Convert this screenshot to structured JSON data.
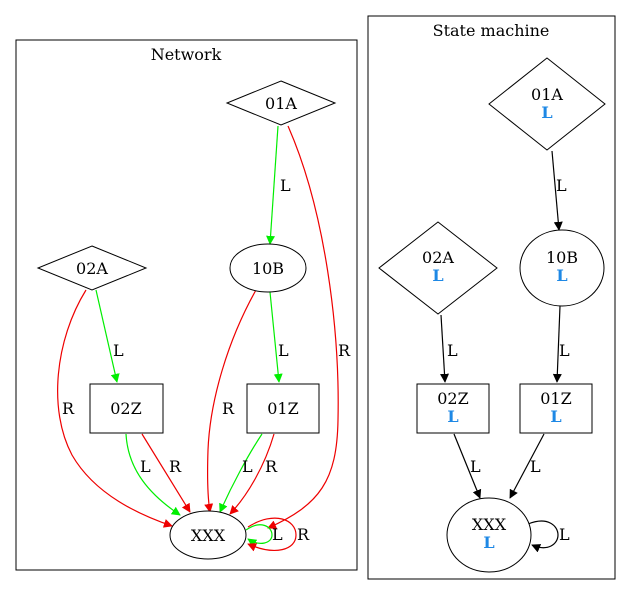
{
  "colors": {
    "left": "#00ee00",
    "right": "#ee0000",
    "plain": "#000000",
    "state_sub": "#1e88e5"
  },
  "network": {
    "title": "Network",
    "nodes": {
      "n01A": "01A",
      "n02A": "02A",
      "n10B": "10B",
      "n02Z": "02Z",
      "n01Z": "01Z",
      "nXXX": "XXX"
    },
    "edges": {
      "a01A_10B": "L",
      "a01A_XXX": "R",
      "a02A_02Z": "L",
      "a02A_XXX": "R",
      "a10B_01Z": "L",
      "a10B_XXX": "R",
      "a02Z_XXX_L": "L",
      "a02Z_XXX_R": "R",
      "a01Z_XXX_L": "L",
      "a01Z_XXX_R": "R",
      "aXXX_self_L": "L",
      "aXXX_self_R": "R"
    }
  },
  "state_machine": {
    "title": "State machine",
    "nodes": {
      "n01A": {
        "name": "01A",
        "sub": "L"
      },
      "n02A": {
        "name": "02A",
        "sub": "L"
      },
      "n10B": {
        "name": "10B",
        "sub": "L"
      },
      "n02Z": {
        "name": "02Z",
        "sub": "L"
      },
      "n01Z": {
        "name": "01Z",
        "sub": "L"
      },
      "nXXX": {
        "name": "XXX",
        "sub": "L"
      }
    },
    "edges": {
      "a01A_10B": "L",
      "a02A_02Z": "L",
      "a10B_01Z": "L",
      "a02Z_XXX": "L",
      "a01Z_XXX": "L",
      "aXXX_self": "L"
    }
  }
}
